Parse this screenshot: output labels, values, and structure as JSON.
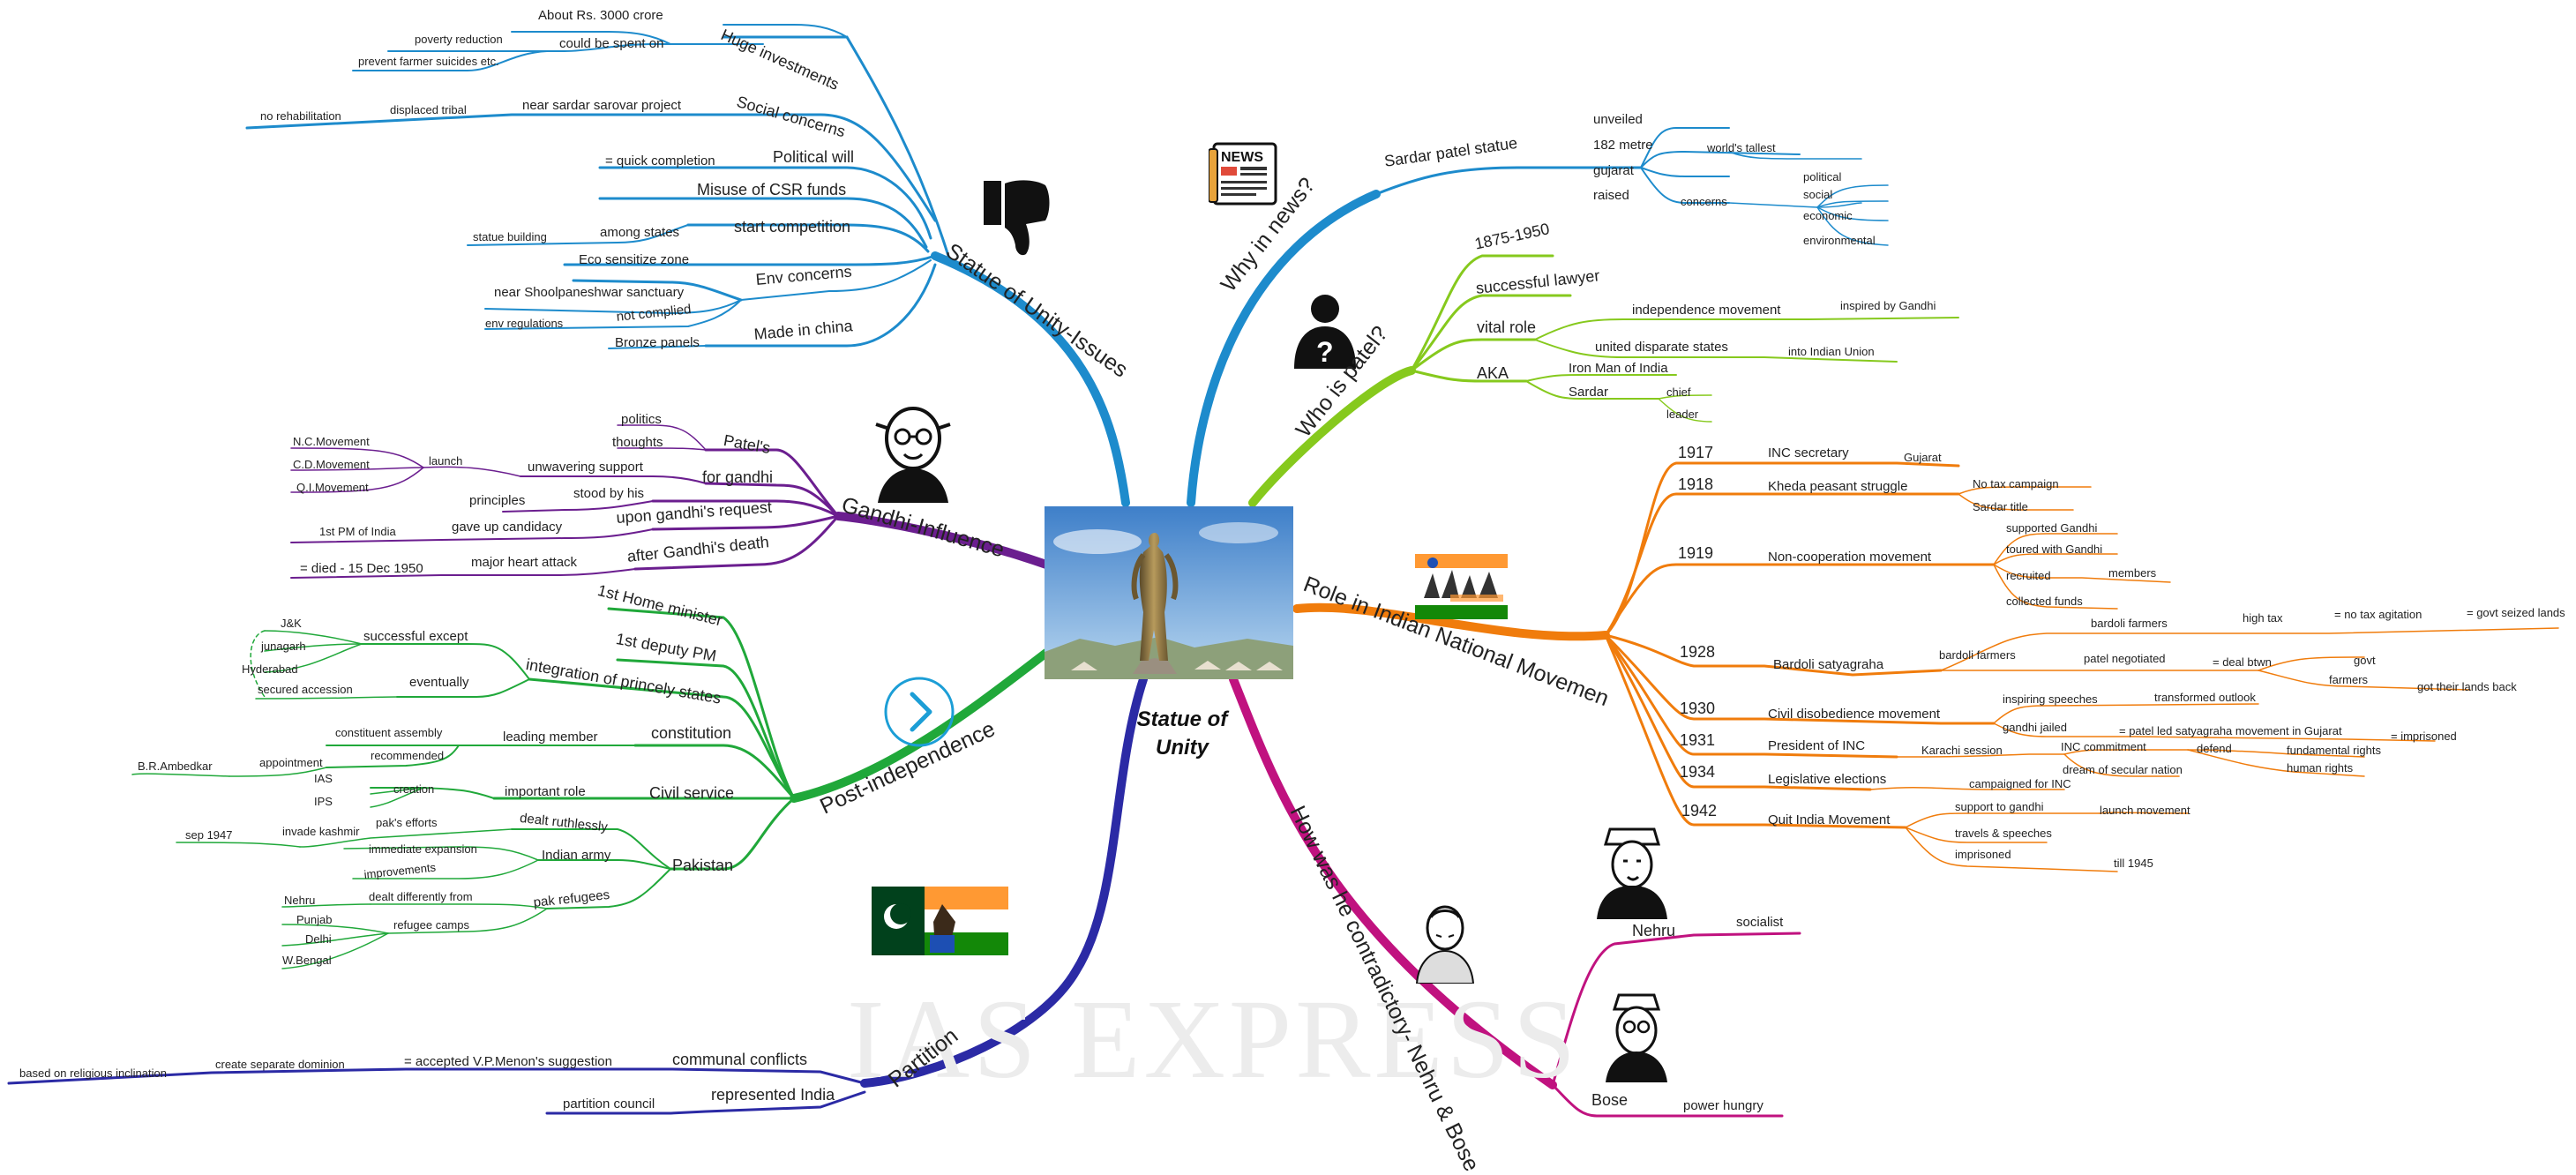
{
  "watermark": "IAS EXPRESS",
  "center": {
    "title_line1": "Statue of",
    "title_line2": "Unity"
  },
  "colors": {
    "issues": "#1d8bcc",
    "news": "#1d8bcc",
    "patel": "#86c91d",
    "national": "#f07c0c",
    "contradictory": "#c0127f",
    "partition": "#2b2aa5",
    "post": "#20a83a",
    "gandhi": "#6b1e8f"
  },
  "icons": {
    "issues": "thumbs-down-icon",
    "news": "newspaper-icon",
    "patel": "person-question-icon",
    "gandhi": "gandhi-portrait-icon",
    "post": "chevron-right-circle-icon",
    "partition": "flag-icon",
    "national": "freedom-struggle-banner-icon",
    "nehru": "nehru-portrait-icon",
    "bose": "bose-portrait-icon",
    "patel_portrait": "patel-portrait-icon"
  },
  "branches": {
    "issues": {
      "label": "Statue of Unity-Issues",
      "huge_investments": "Huge investments",
      "rs3000": "About Rs. 3000 crore",
      "could_spent": "could be spent on",
      "poverty": "poverty reduction",
      "suicides": "prevent farmer suicides etc.",
      "social_concerns": "Social concerns",
      "near_sarovar": "near sardar sarovar project",
      "displaced": "displaced tribal",
      "no_rehab": "no rehabilitation",
      "political_will": "Political will",
      "quick": "= quick completion",
      "misuse": "Misuse of CSR funds",
      "start_comp": "start competition",
      "among_states": "among states",
      "statue_building": "statue building",
      "env_concerns": "Env concerns",
      "eco": "Eco sensitize zone",
      "shoolpaneshwar": "near Shoolpaneshwar sanctuary",
      "not_complied": "not complied",
      "env_reg": "env regulations",
      "china": "Made in china",
      "bronze": "Bronze panels"
    },
    "news": {
      "label": "Why in news?",
      "statue": "Sardar patel statue",
      "unveiled": "unveiled",
      "metre": "182 metre",
      "tallest": "world's tallest",
      "gujarat": "gujarat",
      "raised": "raised",
      "concerns": "concerns",
      "political": "political",
      "social": "social",
      "economic": "economic",
      "environmental": "environmental"
    },
    "patel": {
      "label": "Who is patel?",
      "years": "1875-1950",
      "lawyer": "successful lawyer",
      "vital": "vital role",
      "indep": "independence movement",
      "inspired": "inspired by Gandhi",
      "united": "united disparate states",
      "into_union": "into Indian Union",
      "aka": "AKA",
      "iron": "Iron Man of India",
      "sardar": "Sardar",
      "chief": "chief",
      "leader": "leader"
    },
    "national": {
      "label": "Role in Indian National Movemen",
      "y1917": "1917",
      "inc_sec": "INC secretary",
      "gujarat": "Gujarat",
      "y1918": "1918",
      "kheda": "Kheda peasant struggle",
      "no_tax": "No tax campaign",
      "sardar_title": "Sardar title",
      "y1919": "1919",
      "nonco": "Non-cooperation movement",
      "supported": "supported Gandhi",
      "toured": "toured with Gandhi",
      "recruited": "recruited",
      "members": "members",
      "collected": "collected funds",
      "y1928": "1928",
      "bardoli": "Bardoli satyagraha",
      "bardoli_farmers": "bardoli farmers",
      "bardoli_farmers2": "bardoli farmers",
      "high_tax": "high tax",
      "no_tax_ag": "= no tax agitation",
      "govt_seized": "= govt seized lands",
      "patel_neg": "patel negotiated",
      "deal": "= deal btwn",
      "govt": "govt",
      "farmers": "farmers",
      "got_back": "got their lands back",
      "y1930": "1930",
      "civil": "Civil disobedience movement",
      "inspiring": "inspiring speeches",
      "transformed": "transformed outlook",
      "jailed": "gandhi jailed",
      "patel_led": "= patel led satyagraha movement in Gujarat",
      "imprisoned_eq": "= imprisoned",
      "y1931": "1931",
      "president": "President of INC",
      "karachi": "Karachi session",
      "inc_commit": "INC commitment",
      "defend": "defend",
      "fundamental": "fundamental rights",
      "human": "human rights",
      "dream": "dream of secular nation",
      "y1934": "1934",
      "legislative": "Legislative elections",
      "campaigned": "campaigned for INC",
      "y1942": "1942",
      "quit": "Quit India Movement",
      "support_gandhi": "support to gandhi",
      "launch": "launch movement",
      "travels": "travels & speeches",
      "imprisoned": "imprisoned",
      "till1945": "till 1945"
    },
    "contradictory": {
      "label": "How was he contradictory- Nehru & Bose",
      "nehru": "Nehru",
      "socialist": "socialist",
      "bose": "Bose",
      "power_hungry": "power hungry"
    },
    "partition": {
      "label": "Partition",
      "communal": "communal conflicts",
      "accepted": "= accepted V.P.Menon's suggestion",
      "create_dom": "create separate dominion",
      "religious": "based on religious inclination",
      "represented": "represented India",
      "council": "partition council"
    },
    "post": {
      "label": "Post-independence",
      "home": "1st Home minister",
      "deputy": "1st deputy PM",
      "integration": "integration of princely states",
      "successful_except": "successful except",
      "jk": "J&K",
      "junagarh": "junagarh",
      "hyderabad": "Hyderabad",
      "eventually": "eventually",
      "secured": "secured accession",
      "constitution": "constitution",
      "leading": "leading member",
      "constituent": "constituent assembly",
      "recommended": "recommended",
      "appointment": "appointment",
      "ambedkar": "B.R.Ambedkar",
      "civil_service": "Civil service",
      "important_role": "important role",
      "creation": "creation",
      "ias": "IAS",
      "ips": "IPS",
      "pakistan": "Pakistan",
      "dealt_ruth": "dealt ruthlessly",
      "paks_efforts": "pak's efforts",
      "invade": "invade kashmir",
      "sep1947": "sep 1947",
      "army": "Indian army",
      "immediate": "immediate expansion",
      "improvements": "improvements",
      "refugees": "pak refugees",
      "dealt_diff": "dealt differently from",
      "nehru": "Nehru",
      "camps": "refugee camps",
      "punjab": "Punjab",
      "delhi": "Delhi",
      "bengal": "W.Bengal"
    },
    "gandhi": {
      "label": "Gandhi-Influence",
      "patels": "Patel's",
      "politics": "politics",
      "thoughts": "thoughts",
      "for_gandhi": "for gandhi",
      "unwavering": "unwavering support",
      "launch": "launch",
      "nc": "N.C.Movement",
      "cd": "C.D.Movement",
      "qi": "Q.I.Movement",
      "stood": "stood by his",
      "principles": "principles",
      "upon": "upon gandhi's request",
      "gave_up": "gave up candidacy",
      "first_pm": "1st PM of India",
      "after_death": "after Gandhi's death",
      "heart": "major heart attack",
      "died": "= died - 15 Dec 1950"
    }
  }
}
